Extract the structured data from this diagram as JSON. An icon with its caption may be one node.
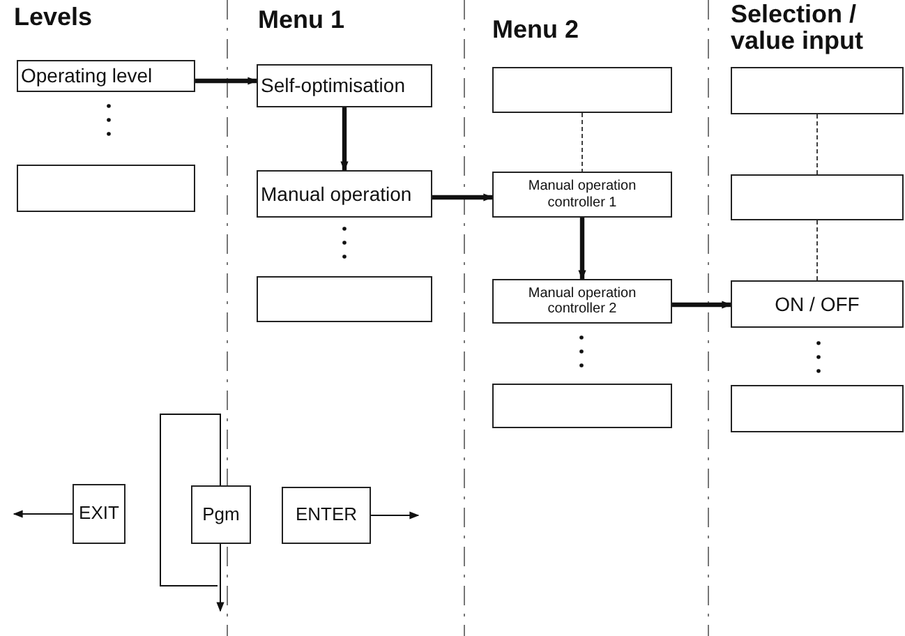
{
  "diagram": {
    "nodes": [
      {
        "text": [
          "Operating level"
        ]
      },
      {
        "text": [],
        "shape": "box"
      },
      {
        "text": [
          "Self-optimisation"
        ]
      },
      {
        "text": [
          "Manual operation"
        ]
      },
      {
        "text": [],
        "shape": "box"
      },
      {
        "text": [],
        "shape": "box"
      },
      {
        "text": [
          "Manual operation controller 1"
        ]
      },
      {
        "text": [
          "Manual operation controller 2"
        ]
      },
      {
        "text": [],
        "shape": "box"
      },
      {
        "text": [],
        "shape": "box"
      },
      {
        "text": [],
        "shape": "box"
      },
      {
        "text": [
          "ON / OFF"
        ]
      },
      {
        "text": [],
        "shape": "box"
      },
      {
        "text": [
          "EXIT"
        ]
      },
      {
        "text": [
          "Pgm"
        ]
      },
      {
        "text": [
          "ENTER"
        ]
      }
    ],
    "edges": [
      {
        "from": 0,
        "to": 2,
        "arrow": "to",
        "style": "thick"
      },
      {
        "from": 2,
        "to": 3,
        "arrow": "to",
        "style": "thick"
      },
      {
        "from": 3,
        "to": 6,
        "arrow": "to",
        "style": "thick"
      },
      {
        "from": 6,
        "to": 7,
        "arrow": "to",
        "style": "thick"
      },
      {
        "from": 7,
        "to": 11,
        "arrow": "to",
        "style": "thick"
      },
      {
        "from": 5,
        "to": 6,
        "arrow": "none",
        "style": "dashed"
      },
      {
        "from": 9,
        "to": 10,
        "arrow": "none",
        "style": "dashed"
      },
      {
        "from": 10,
        "to": 11,
        "arrow": "none",
        "style": "dashed"
      },
      {
        "from": 13,
        "to": null,
        "arrow": "to"
      },
      {
        "from": 15,
        "to": null,
        "arrow": "to"
      },
      {
        "from": 14,
        "to": null,
        "arrow": "to"
      },
      {
        "from": null,
        "to": 14,
        "arrow": "none"
      }
    ],
    "labels": [
      "Levels",
      "Menu 1",
      "Menu 2",
      "Selection / value input"
    ]
  }
}
